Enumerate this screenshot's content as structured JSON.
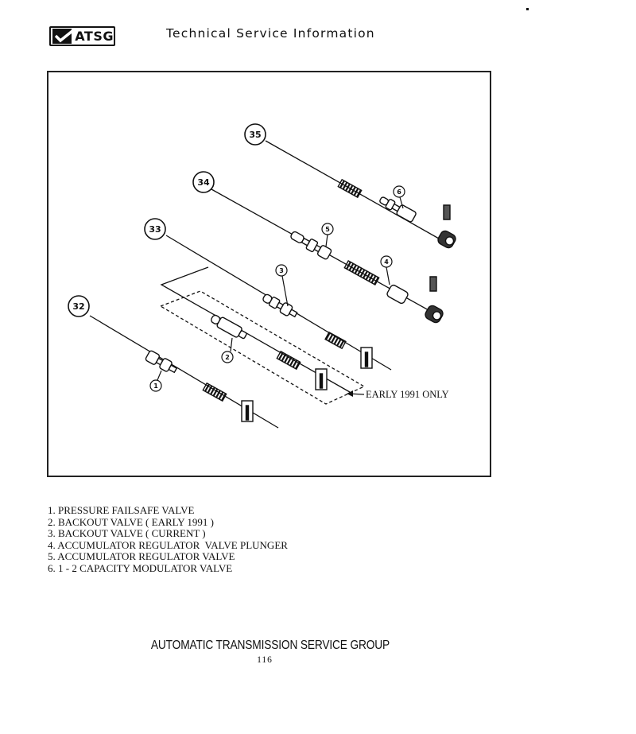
{
  "header": {
    "logo_text": "ATSG",
    "title": "Technical Service Information"
  },
  "figure": {
    "callouts": [
      "32",
      "33",
      "34",
      "35"
    ],
    "item_markers": [
      "1",
      "2",
      "3",
      "4",
      "5",
      "6"
    ],
    "note": "EARLY 1991 ONLY"
  },
  "legend": {
    "items": [
      "1. PRESSURE FAILSAFE VALVE",
      "2. BACKOUT VALVE ( EARLY 1991 )",
      "3. BACKOUT VALVE ( CURRENT )",
      "4. ACCUMULATOR REGULATOR  VALVE PLUNGER",
      "5. ACCUMULATOR REGULATOR VALVE",
      "6. 1 - 2 CAPACITY MODULATOR VALVE"
    ]
  },
  "footer": {
    "organization": "AUTOMATIC TRANSMISSION SERVICE GROUP",
    "page_number": "116"
  }
}
